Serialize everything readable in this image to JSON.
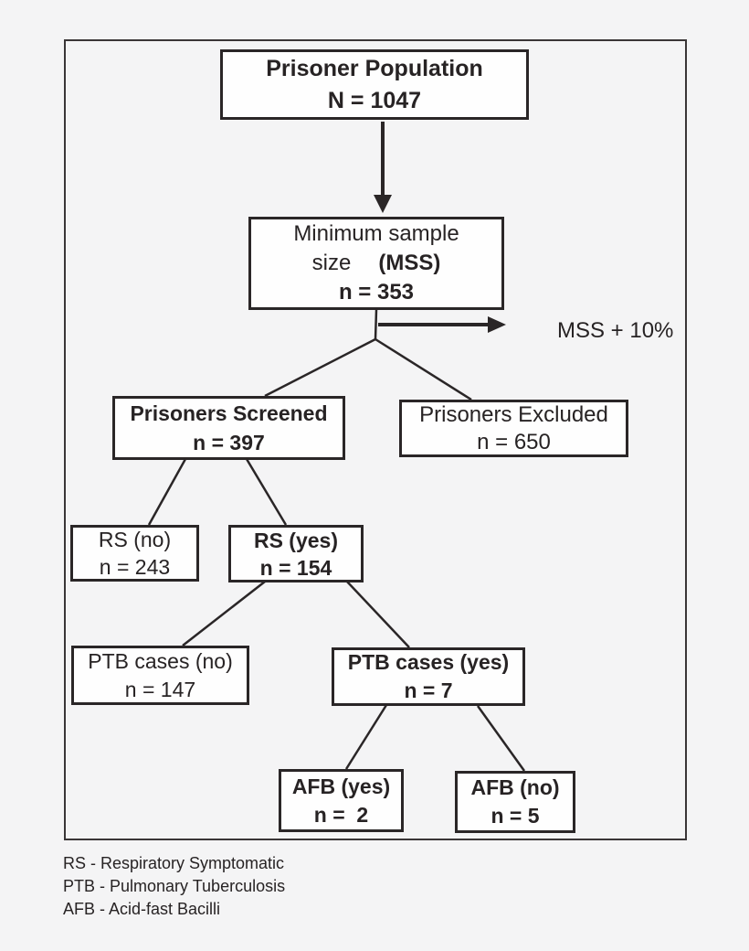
{
  "colors": {
    "background": "#f4f4f5",
    "ink": "#2a2627",
    "box_fill": "#fefefe"
  },
  "nodes": {
    "population": {
      "title": "Prisoner Population",
      "value": "N = 1047"
    },
    "mss": {
      "line1": "Minimum sample",
      "line2_regular": "size",
      "line2_bold": "(MSS)",
      "value": "n = 353"
    },
    "screened": {
      "title": "Prisoners Screened",
      "value": "n = 397"
    },
    "excluded": {
      "title": "Prisoners Excluded",
      "value": "n = 650"
    },
    "rs_no": {
      "title": "RS (no)",
      "value": "n = 243"
    },
    "rs_yes": {
      "title": "RS (yes)",
      "value": "n = 154"
    },
    "ptb_no": {
      "title": "PTB cases (no)",
      "value": "n = 147"
    },
    "ptb_yes": {
      "title": "PTB cases (yes)",
      "value": "n = 7"
    },
    "afb_yes": {
      "title": "AFB (yes)",
      "value": "n =  2"
    },
    "afb_no": {
      "title": "AFB (no)",
      "value": "n = 5"
    }
  },
  "annotations": {
    "mss_plus": "MSS + 10%"
  },
  "legend": [
    "RS - Respiratory Symptomatic",
    "PTB - Pulmonary Tuberculosis",
    "AFB - Acid-fast Bacilli"
  ]
}
